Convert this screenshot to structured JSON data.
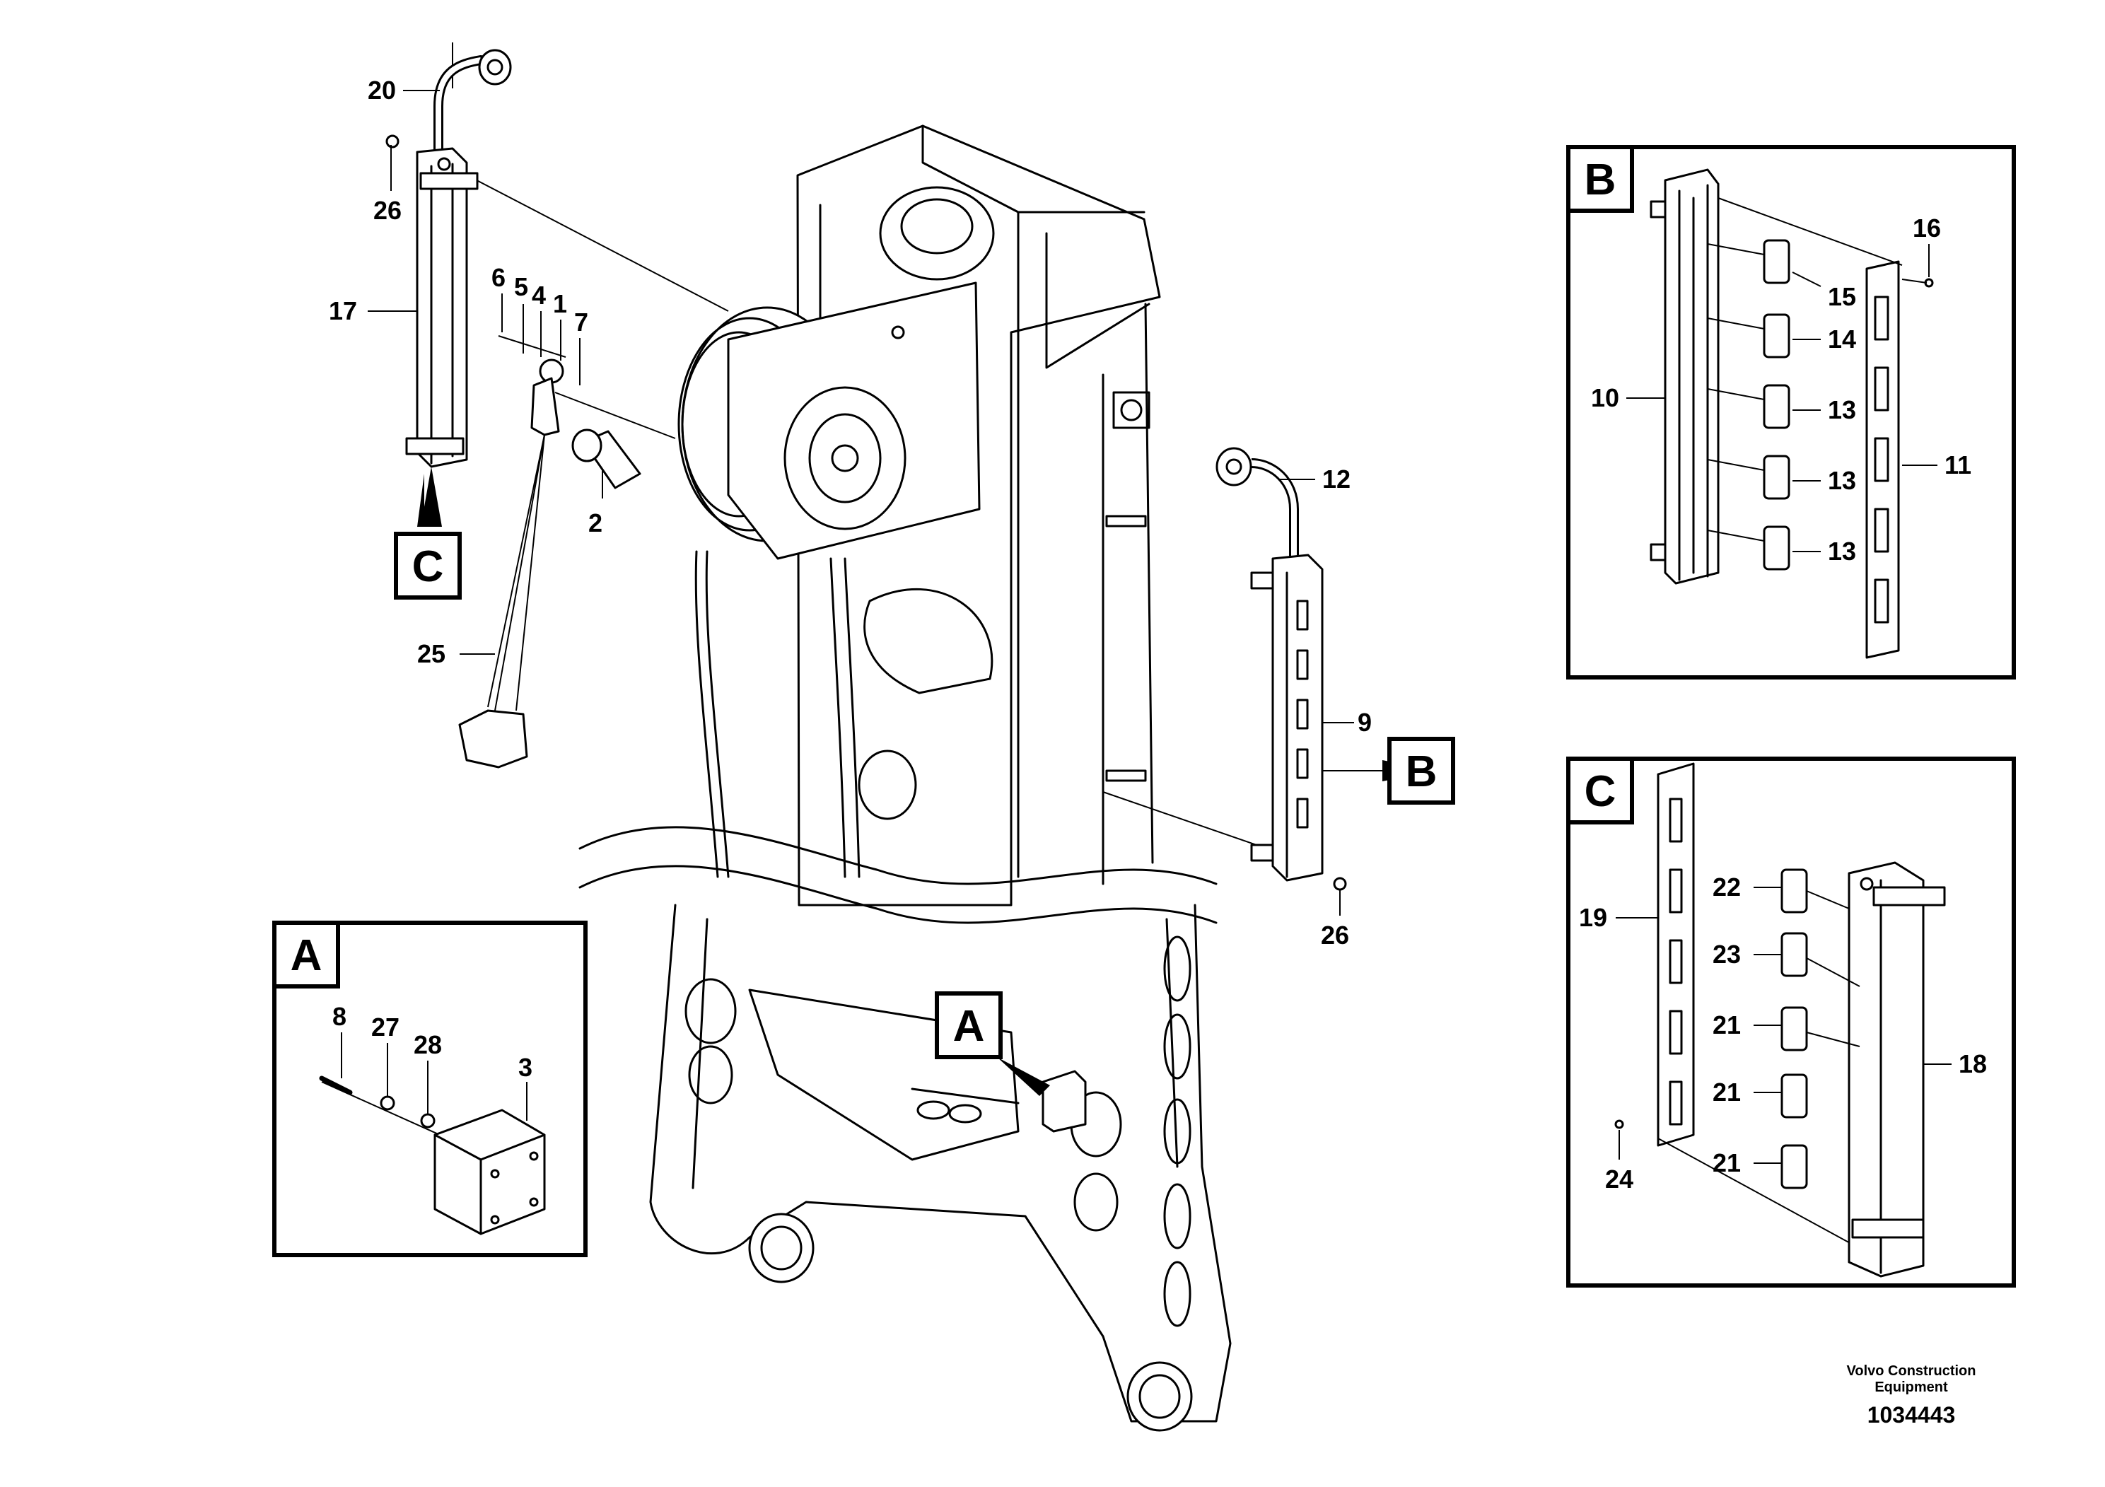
{
  "labels": {
    "l20": "20",
    "l26a": "26",
    "l17": "17",
    "l6": "6",
    "l5": "5",
    "l4": "4",
    "l1": "1",
    "l7": "7",
    "l2": "2",
    "l25": "25",
    "l12": "12",
    "l9": "9",
    "l26b": "26",
    "l8": "8",
    "l27": "27",
    "l28": "28",
    "l3": "3",
    "l16": "16",
    "l15": "15",
    "l14": "14",
    "l13a": "13",
    "l13b": "13",
    "l13c": "13",
    "l10": "10",
    "l11": "11",
    "l22": "22",
    "l23": "23",
    "l21a": "21",
    "l21b": "21",
    "l21c": "21",
    "l19": "19",
    "l18": "18",
    "l24": "24"
  },
  "tags": {
    "c_main": "C",
    "b_main": "B",
    "a_main": "A",
    "a_box": "A",
    "b_box": "B",
    "c_box": "C"
  },
  "footer": {
    "company_line1": "Volvo Construction",
    "company_line2": "Equipment",
    "drawing_number": "1034443"
  }
}
